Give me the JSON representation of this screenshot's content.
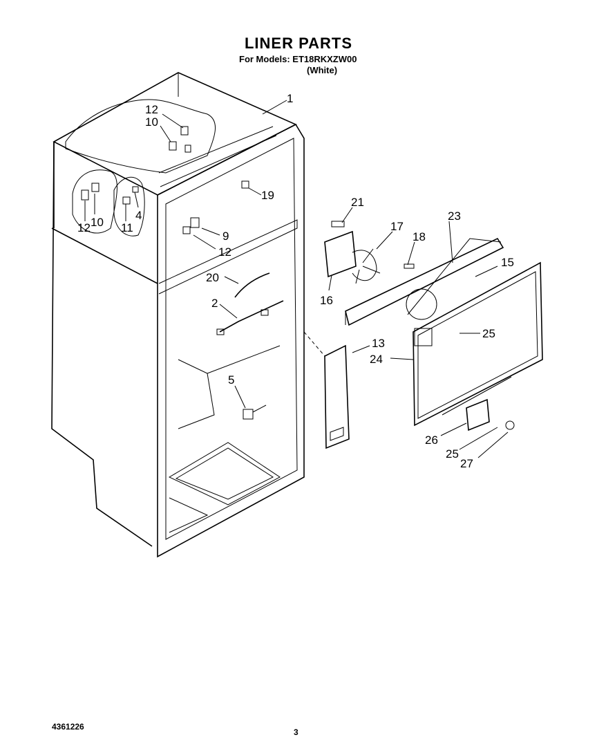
{
  "header": {
    "title": "LINER PARTS",
    "models_line": "For Models: ET18RKXZW00",
    "color_line": "(White)"
  },
  "footer": {
    "doc_number": "4361226",
    "page_number": "3"
  },
  "callouts": [
    "1",
    "12",
    "10",
    "12",
    "10",
    "11",
    "4",
    "19",
    "9",
    "12",
    "20",
    "2",
    "5",
    "21",
    "17",
    "18",
    "16",
    "23",
    "15",
    "25",
    "13",
    "24",
    "26",
    "25",
    "27"
  ]
}
